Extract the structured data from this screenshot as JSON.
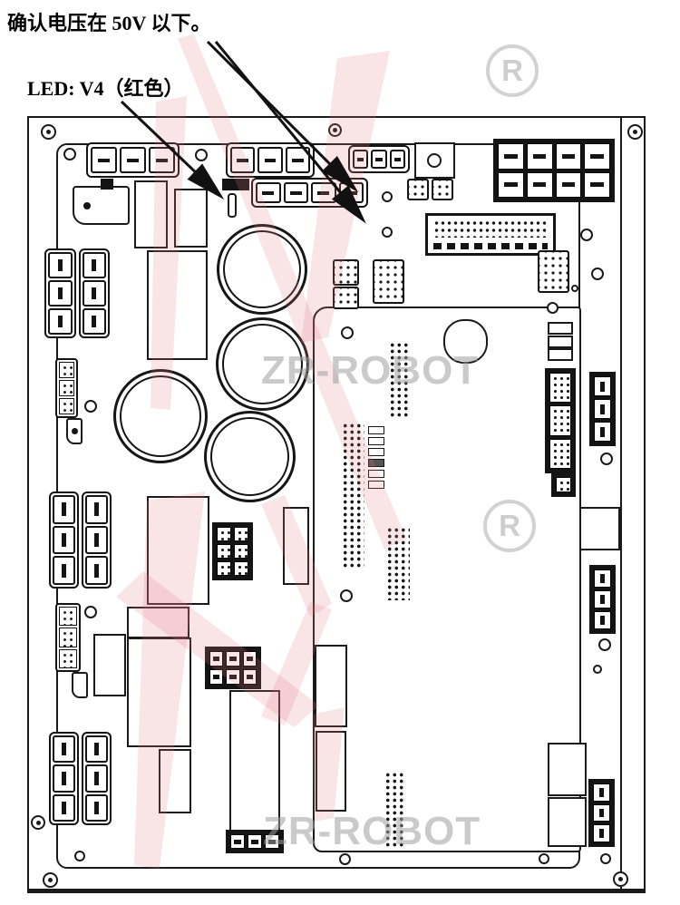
{
  "page": {
    "background": "#ffffff"
  },
  "annotations": {
    "voltage_note": "确认电压在 50V 以下。",
    "led_note": "LED:  V4（红色）"
  },
  "watermarks": {
    "brand": "ZR-ROBOT",
    "registered_letter": "R",
    "pink_color": "#e27880",
    "gray_color": "#d6d6d6"
  },
  "diagram": {
    "stroke_color": "#1a1a1a",
    "board": "power PCB outline drawing"
  }
}
